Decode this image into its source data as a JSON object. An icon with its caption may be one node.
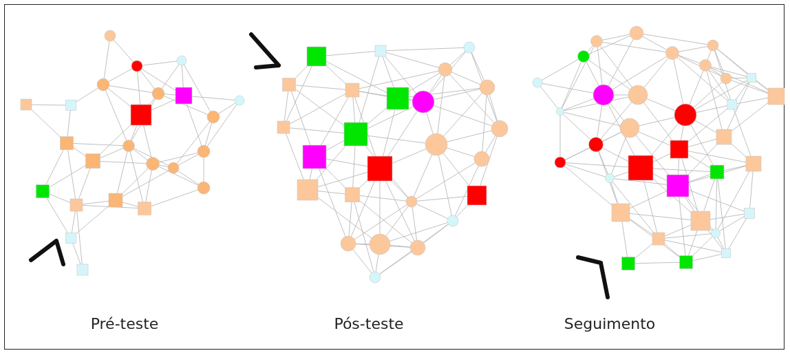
{
  "diagram": {
    "labels": [
      "Pré-teste",
      "Pós-teste",
      "Seguimento"
    ]
  }
}
